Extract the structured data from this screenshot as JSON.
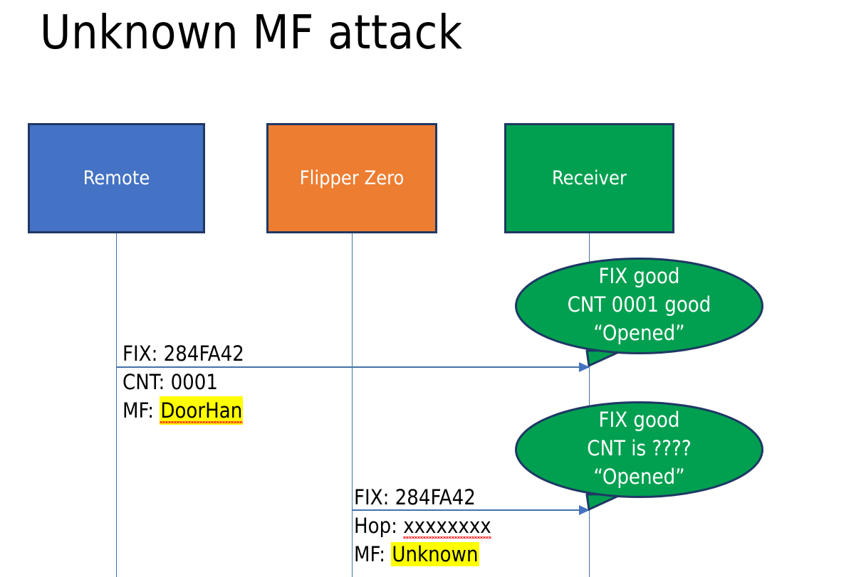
{
  "slide": {
    "title": "Unknown MF attack",
    "background_color": "#ffffff"
  },
  "colors": {
    "remote_fill": "#4472c4",
    "flipper_fill": "#ed7d31",
    "receiver_fill": "#00a050",
    "box_border": "#1f3864",
    "lifeline": "#4472a8",
    "arrow_head": "#4472c4",
    "bubble_fill": "#00a050",
    "bubble_border": "#1f3864",
    "highlight": "#ffff00",
    "spellcheck_underline": "#ff2020",
    "text_dark": "#000000",
    "text_light": "#ffffff"
  },
  "actors": [
    {
      "id": "remote",
      "label": "Remote"
    },
    {
      "id": "flipper",
      "label": "Flipper Zero"
    },
    {
      "id": "receiver",
      "label": "Receiver"
    }
  ],
  "messages": [
    {
      "id": "remote-to-receiver",
      "from": "Remote",
      "to": "Receiver",
      "lines": [
        {
          "prefix": "FIX: ",
          "value": "284FA42",
          "highlighted": false,
          "spellcheck_error": false
        },
        {
          "prefix": "CNT: ",
          "value": "0001",
          "highlighted": false,
          "spellcheck_error": false
        },
        {
          "prefix": "MF: ",
          "value": "DoorHan",
          "highlighted": true,
          "spellcheck_error": true
        }
      ]
    },
    {
      "id": "flipper-to-receiver",
      "from": "Flipper Zero",
      "to": "Receiver",
      "lines": [
        {
          "prefix": "FIX: ",
          "value": "284FA42",
          "highlighted": false,
          "spellcheck_error": false
        },
        {
          "prefix": "Hop: ",
          "value": "xxxxxxxx",
          "highlighted": false,
          "spellcheck_error": true
        },
        {
          "prefix": "MF: ",
          "value": "Unknown",
          "highlighted": true,
          "spellcheck_error": false
        }
      ]
    }
  ],
  "bubbles": [
    {
      "id": "bubble-1",
      "for_message": "remote-to-receiver",
      "lines": [
        "FIX good",
        "CNT 0001 good",
        "“Opened”"
      ]
    },
    {
      "id": "bubble-2",
      "for_message": "flipper-to-receiver",
      "lines": [
        "FIX good",
        "CNT is ????",
        "“Opened”"
      ]
    }
  ]
}
